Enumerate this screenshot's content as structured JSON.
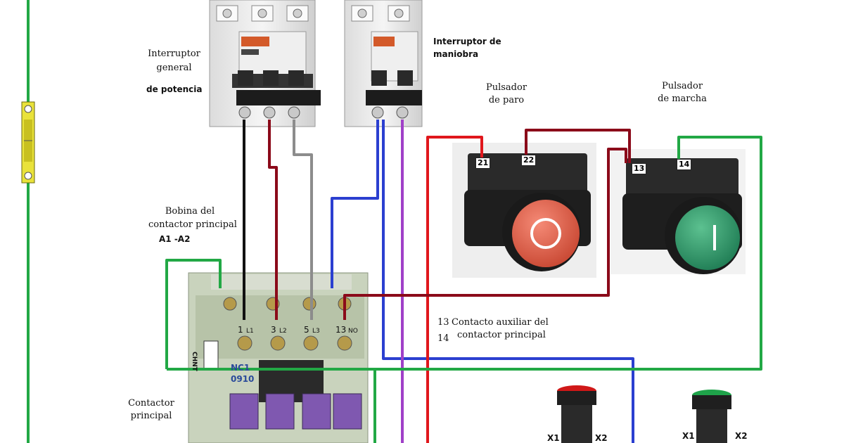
{
  "labels": {
    "interruptor_general_1": "Interruptor",
    "interruptor_general_2": "general",
    "interruptor_general_3": "de potencia",
    "interruptor_maniobra_1": "Interruptor de",
    "interruptor_maniobra_2": "maniobra",
    "pulsador_paro_1": "Pulsador",
    "pulsador_paro_2": "de paro",
    "pulsador_marcha_1": "Pulsador",
    "pulsador_marcha_2": "de marcha",
    "bobina_1": "Bobina del",
    "bobina_2": "contactor principal",
    "bobina_3": "A1 -A2",
    "contacto_aux_num1": "13",
    "contacto_aux_num2": "14",
    "contacto_aux_1": "Contacto auxiliar del",
    "contacto_aux_2": "contactor principal",
    "contactor_1": "Contactor",
    "contactor_2": "principal"
  },
  "terminals": {
    "paro_nc_in": "21",
    "paro_nc_out": "22",
    "marcha_no_in": "13",
    "marcha_no_out": "14"
  },
  "contactor": {
    "terminal_labels": [
      "1",
      "L1",
      "3",
      "L2",
      "5",
      "L3",
      "13",
      "NO"
    ],
    "model": "NC1",
    "code": "0910",
    "brand": "CHNT"
  },
  "pilot_lights": {
    "red_x1": "X1",
    "red_x2": "X2",
    "green_x1": "X1",
    "green_x2": "X2"
  },
  "buttons": {
    "paro_symbol": "O",
    "marcha_symbol": "I"
  },
  "colors": {
    "wire_green": "#22a845",
    "wire_black": "#111111",
    "wire_darkred": "#8b0a1a",
    "wire_gray": "#8c8c8c",
    "wire_blue": "#2b3fd0",
    "wire_purple": "#a040c8",
    "wire_red": "#e0171c",
    "paro_button": "#e05a44",
    "marcha_button": "#2f9a6a",
    "contactor_body": "#c9d3bd",
    "contactor_coil": "#7f58b0"
  }
}
